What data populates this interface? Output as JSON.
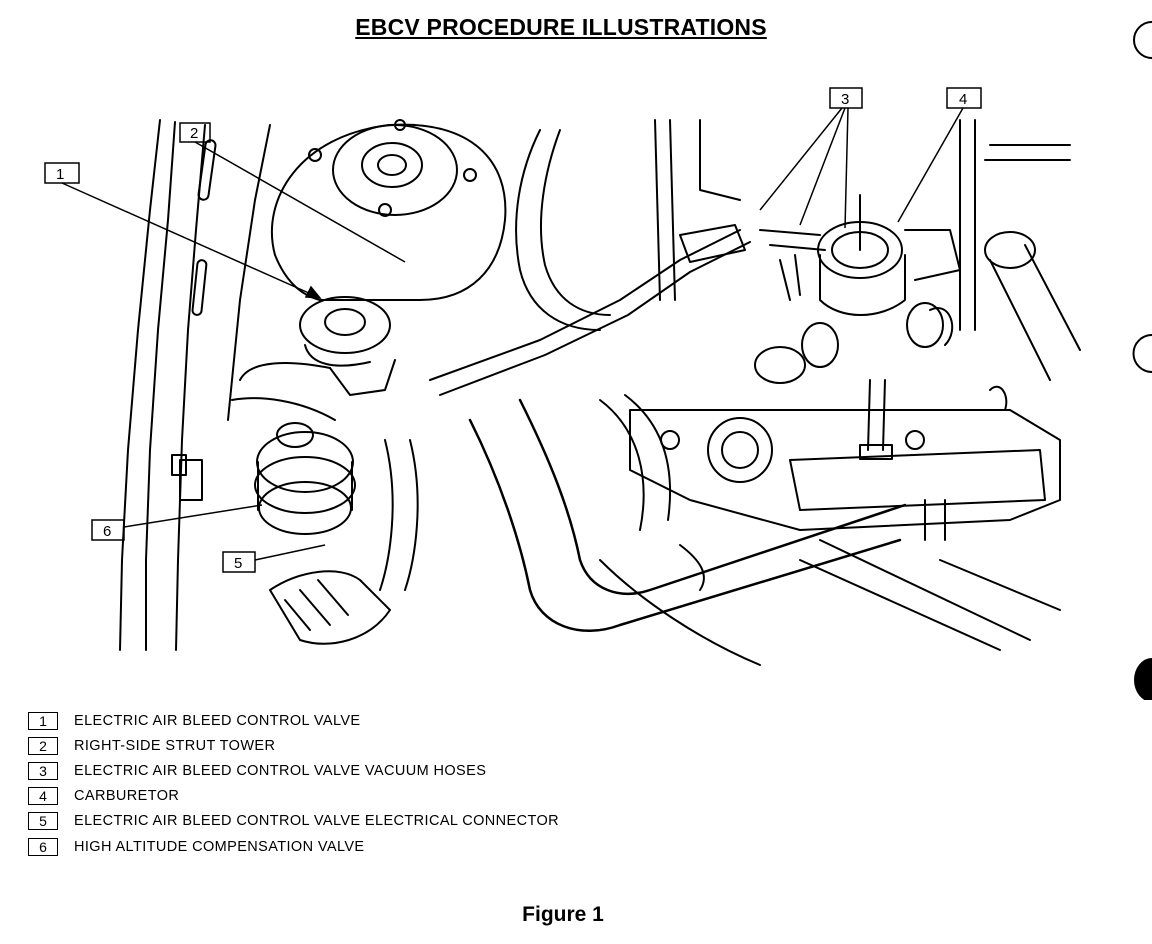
{
  "title": "EBCV PROCEDURE ILLUSTRATIONS",
  "callouts": [
    {
      "number": "1"
    },
    {
      "number": "2"
    },
    {
      "number": "3"
    },
    {
      "number": "4"
    },
    {
      "number": "5"
    },
    {
      "number": "6"
    }
  ],
  "legend": [
    {
      "number": "1",
      "text": "ELECTRIC AIR BLEED CONTROL VALVE"
    },
    {
      "number": "2",
      "text": "RIGHT-SIDE STRUT TOWER"
    },
    {
      "number": "3",
      "text": "ELECTRIC AIR BLEED CONTROL VALVE VACUUM HOSES"
    },
    {
      "number": "4",
      "text": "CARBURETOR"
    },
    {
      "number": "5",
      "text": "ELECTRIC AIR BLEED CONTROL VALVE ELECTRICAL CONNECTOR"
    },
    {
      "number": "6",
      "text": "HIGH ALTITUDE COMPENSATION VALVE"
    }
  ],
  "caption": "Figure 1"
}
